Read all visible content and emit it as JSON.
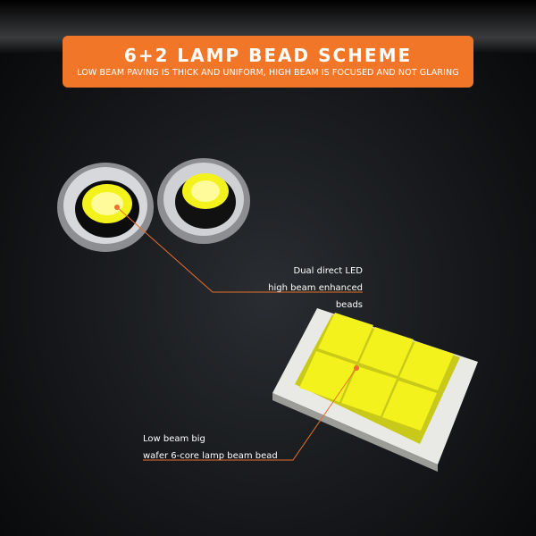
{
  "banner": {
    "title": "6+2 LAMP BEAD SCHEME",
    "subtitle": "LOW BEAM PAVING IS THICK AND UNIFORM, HIGH BEAM IS FOCUSED AND NOT GLARING"
  },
  "callouts": {
    "high_beam": [
      "Dual direct LED",
      "high beam enhanced beads"
    ],
    "low_beam": [
      "Low beam big",
      "wafer 6-core lamp beam bead"
    ]
  },
  "colors": {
    "accent": "#f27628",
    "led": "#f4f21c",
    "line": "#e8702a"
  }
}
